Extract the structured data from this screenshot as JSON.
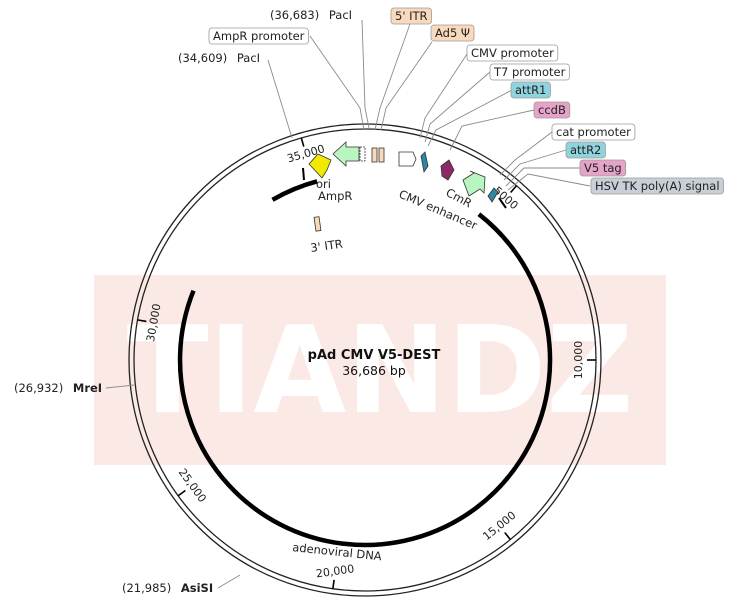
{
  "plasmid": {
    "name": "pAd CMV V5-DEST",
    "size": "36,686 bp"
  },
  "watermark": "TIANDZ",
  "colors": {
    "watermark_bg": "#fbe9e6",
    "itr": "#f9d9bc",
    "promoter": "#ffffff",
    "att": "#8fd3de",
    "ccdB": "#e6a3c8",
    "polyA": "#c9cfd6",
    "ampR": "#b9f5c0",
    "ori": "#f0ea00",
    "ccdB_arrow": "#8b2a66",
    "att_arrow": "#2f87a6"
  },
  "ticks": [
    "35,000",
    "5000",
    "10,000",
    "15,000",
    "20,000",
    "25,000",
    "30,000"
  ],
  "sites": [
    {
      "pos": "(36,683)",
      "name": "PacI",
      "bold": false
    },
    {
      "pos": "(34,609)",
      "name": "PacI",
      "bold": false
    },
    {
      "pos": "(26,932)",
      "name": "MreI",
      "bold": true
    },
    {
      "pos": "(21,985)",
      "name": "AsiSI",
      "bold": true
    }
  ],
  "boxed_labels": [
    {
      "text": "5' ITR",
      "type": "itr"
    },
    {
      "text": "Ad5 Ψ",
      "type": "itr"
    },
    {
      "text": "AmpR promoter",
      "type": "promoter"
    },
    {
      "text": "CMV promoter",
      "type": "promoter"
    },
    {
      "text": "T7 promoter",
      "type": "promoter"
    },
    {
      "text": "attR1",
      "type": "att"
    },
    {
      "text": "ccdB",
      "type": "ccdB"
    },
    {
      "text": "cat promoter",
      "type": "promoter"
    },
    {
      "text": "attR2",
      "type": "att"
    },
    {
      "text": "V5 tag",
      "type": "ccdB"
    },
    {
      "text": "HSV TK poly(A) signal",
      "type": "polyA"
    }
  ],
  "features": {
    "ori": "ori",
    "ampR": "AmpR",
    "itr3": "3' ITR",
    "cmv_enhancer": "CMV enhancer",
    "cmR": "CmR",
    "adenoviral": "adenoviral DNA"
  }
}
